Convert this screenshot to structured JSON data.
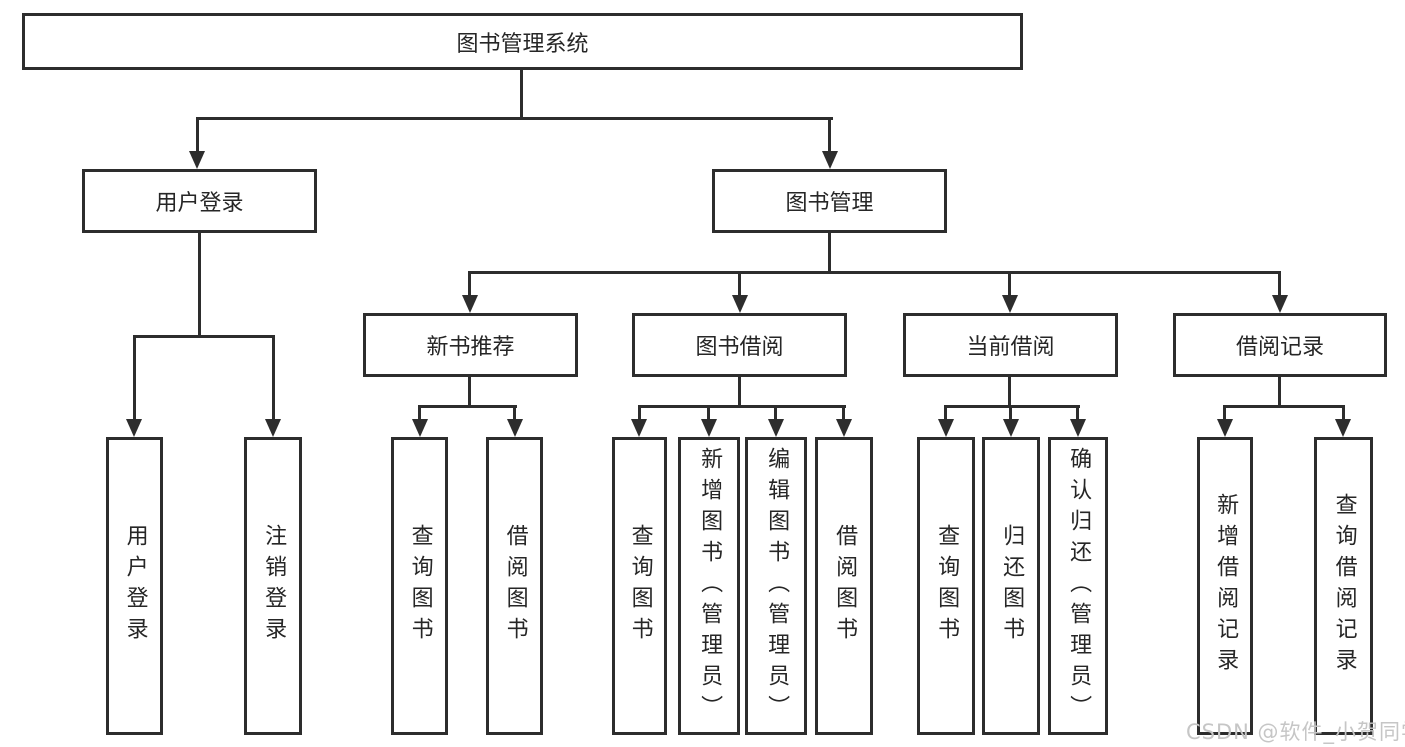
{
  "diagram": {
    "root": {
      "label": "图书管理系统"
    },
    "level2": {
      "user_login": {
        "label": "用户登录"
      },
      "book_mgmt": {
        "label": "图书管理"
      }
    },
    "level3": {
      "new_book_rec": {
        "label": "新书推荐"
      },
      "book_borrow": {
        "label": "图书借阅"
      },
      "current_borrow": {
        "label": "当前借阅"
      },
      "borrow_records": {
        "label": "借阅记录"
      }
    },
    "leaves": {
      "leaf_user_login": {
        "label": "用户登录",
        "parent": "用户登录"
      },
      "leaf_logout": {
        "label": "注销登录",
        "parent": "用户登录"
      },
      "leaf_query_books_rec": {
        "label": "查询图书",
        "parent": "新书推荐"
      },
      "leaf_borrow_books_rec": {
        "label": "借阅图书",
        "parent": "新书推荐"
      },
      "leaf_query_books_borrow": {
        "label": "查询图书",
        "parent": "图书借阅"
      },
      "leaf_add_book_admin": {
        "label": "新增图书（管理员）",
        "parent": "图书借阅"
      },
      "leaf_edit_book_admin": {
        "label": "编辑图书（管理员）",
        "parent": "图书借阅"
      },
      "leaf_borrow_books_borrow": {
        "label": "借阅图书",
        "parent": "图书借阅"
      },
      "leaf_query_books_current": {
        "label": "查询图书",
        "parent": "当前借阅"
      },
      "leaf_return_book": {
        "label": "归还图书",
        "parent": "当前借阅"
      },
      "leaf_confirm_return_admin": {
        "label": "确认归还（管理员）",
        "parent": "当前借阅"
      },
      "leaf_add_borrow_record": {
        "label": "新增借阅记录",
        "parent": "借阅记录"
      },
      "leaf_query_borrow_record": {
        "label": "查询借阅记录",
        "parent": "借阅记录"
      }
    }
  },
  "watermark": {
    "text": "CSDN @软件_小贺同学"
  },
  "colors": {
    "line": "#2d2d2d",
    "text": "#262626",
    "watermark": "#c6c6c6",
    "background": "#ffffff"
  }
}
